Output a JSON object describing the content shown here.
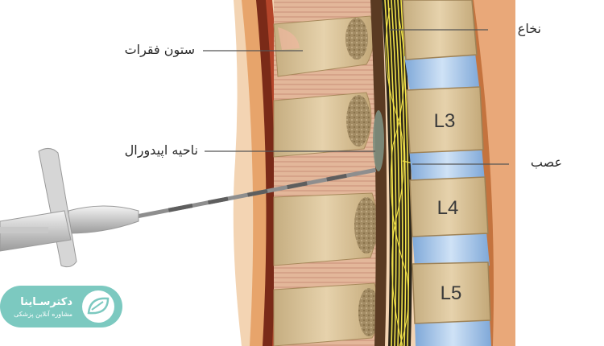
{
  "labels": {
    "spinal_column": "ستون فقرات",
    "epidural_region": "ناحیه اپیدورال",
    "spinal_cord": "نخاع",
    "nerve": "عصب"
  },
  "vertebrae": [
    "L3",
    "L4",
    "L5"
  ],
  "logo": {
    "name": "دکترسـاینا",
    "tagline": "مشاوره آنلاین پزشکی"
  },
  "colors": {
    "bone": "#d9c49a",
    "bone_dark": "#b59a6a",
    "disc": "#a9c7e8",
    "nerve": "#f0e045",
    "ligament": "#e9a26a",
    "dark_band": "#6e2414",
    "logo": "#7cc9c0"
  }
}
